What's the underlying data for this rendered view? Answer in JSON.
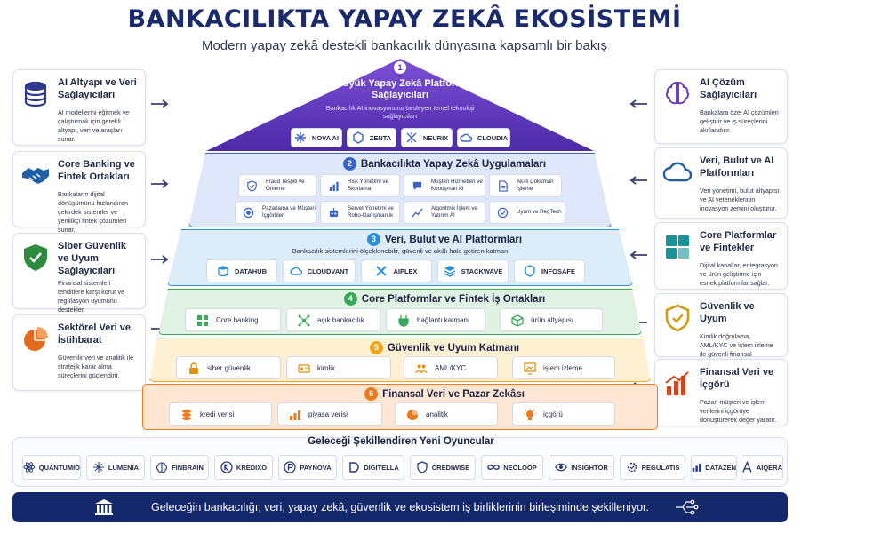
{
  "header": {
    "title": "BANKACILIKTA YAPAY ZEKÂ EKOSİSTEMİ",
    "subtitle": "Modern yapay zekâ destekli bankacılık dünyasına kapsamlı bir bakış"
  },
  "left_cards": [
    {
      "icon": "database-icon",
      "color": "#2f3a8f",
      "title": "AI Altyapı ve Veri Sağlayıcıları",
      "desc": "AI modellerini eğitmek ve çalıştırmak için gerekli altyapı, veri ve araçları sunar."
    },
    {
      "icon": "handshake-icon",
      "color": "#1f5fa8",
      "title": "Core Banking ve Fintek Ortakları",
      "desc": "Bankaların dijital dönüşümünü hızlandıran çekirdek sistemler ve yenilikçi fintek çözümleri sunar."
    },
    {
      "icon": "shield-check-icon",
      "color": "#2e8b3d",
      "title": "Siber Güvenlik ve Uyum Sağlayıcıları",
      "desc": "Finansal sistemleri tehditlere karşı korur ve regülasyon uyumunu destekler."
    },
    {
      "icon": "pie-chart-icon",
      "color": "#e46b1c",
      "title": "Sektörel Veri ve İstihbarat",
      "desc": "Güvenilir veri ve analitik ile stratejik karar alma süreçlerini güçlendirir."
    }
  ],
  "right_cards": [
    {
      "icon": "brain-icon",
      "color": "#6a3fb5",
      "title": "AI Çözüm Sağlayıcıları",
      "desc": "Bankalara özel AI çözümleri geliştirir ve iş süreçlerini akıllandırır."
    },
    {
      "icon": "cloud-icon",
      "color": "#1f5fa8",
      "title": "Veri, Bulut ve AI Platformları",
      "desc": "Veri yönetimi, bulut altyapısı ve AI yeteneklerinin inovasyon zemini oluşturur."
    },
    {
      "icon": "bank-building-icon",
      "color": "#18939c",
      "title": "Core Platformlar ve Fintekler",
      "desc": "Dijital kanallar, entegrasyon ve ürün geliştirme için esnek platformlar sağlar."
    },
    {
      "icon": "shield-icon",
      "color": "#d49a12",
      "title": "Güvenlik ve Uyum",
      "desc": "Kimlik doğrulama, AML/KYC ve işlem izleme ile güvenli finansal ekosistem sağlar."
    },
    {
      "icon": "bar-chart-icon",
      "color": "#d2461f",
      "title": "Finansal Veri ve İçgörü",
      "desc": "Pazar, müşteri ve işlem verilerini içgörüye dönüştürerek değer yaratır."
    }
  ],
  "layers": {
    "l1": {
      "num": "1",
      "title": "Büyük Yapay Zekâ Platform Sağlayıcıları",
      "desc": "Bankacılık AI inovasyonunu besleyen temel teknoloji sağlayıcıları",
      "chips": [
        {
          "label": "NOVA AI",
          "icon": "nova-icon"
        },
        {
          "label": "ZENTA",
          "icon": "zenta-icon"
        },
        {
          "label": "NEURIX",
          "icon": "neurix-icon"
        },
        {
          "label": "CLOUDIA",
          "icon": "cloud-icon"
        }
      ]
    },
    "l2": {
      "num": "2",
      "title": "Bankacılıkta Yapay Zekâ Uygulamaları",
      "items": [
        {
          "label": "Fraud Tespiti ve Önleme",
          "icon": "shield-check-icon"
        },
        {
          "label": "Risk Yönetimi ve Skorlama",
          "icon": "bar-chart-icon"
        },
        {
          "label": "Müşteri Hizmetleri ve Konuşmalı AI",
          "icon": "chat-icon"
        },
        {
          "label": "Akıllı Doküman İşleme",
          "icon": "document-icon"
        },
        {
          "label": "Pazarlama ve Müşteri İçgörüleri",
          "icon": "target-icon"
        },
        {
          "label": "Servet Yönetimi ve Robo-Danışmanlık",
          "icon": "robot-icon"
        },
        {
          "label": "Algoritmik İşlem ve Yatırım AI",
          "icon": "line-chart-icon"
        },
        {
          "label": "Uyum ve RegTech",
          "icon": "check-circle-icon"
        }
      ]
    },
    "l3": {
      "num": "3",
      "title": "Veri, Bulut ve AI Platformları",
      "desc": "Bankacılık sistemlerini ölçeklenebilir, güvenli ve akıllı hale getiren katman",
      "chips": [
        {
          "label": "DATAHUB",
          "icon": "database-icon"
        },
        {
          "label": "CLOUDVANT",
          "icon": "cloud-icon"
        },
        {
          "label": "AIPLEX",
          "icon": "aiplex-icon"
        },
        {
          "label": "STACKWAVE",
          "icon": "stack-icon"
        },
        {
          "label": "INFOSAFE",
          "icon": "shield-icon"
        }
      ]
    },
    "l4": {
      "num": "4",
      "title": "Core Platformlar ve Fintek İş Ortakları",
      "items": [
        {
          "label": "Core banking",
          "icon": "grid-icon"
        },
        {
          "label": "açık bankacılık",
          "icon": "network-icon"
        },
        {
          "label": "bağlantı katmanı",
          "icon": "plug-icon"
        },
        {
          "label": "ürün altyapısı",
          "icon": "cube-icon"
        }
      ]
    },
    "l5": {
      "num": "5",
      "title": "Güvenlik ve Uyum Katmanı",
      "items": [
        {
          "label": "siber güvenlik",
          "icon": "lock-icon"
        },
        {
          "label": "kimlik",
          "icon": "id-card-icon"
        },
        {
          "label": "AML/KYC",
          "icon": "people-icon"
        },
        {
          "label": "işlem izleme",
          "icon": "monitor-chart-icon"
        }
      ]
    },
    "l6": {
      "num": "6",
      "title": "Finansal Veri ve Pazar Zekâsı",
      "items": [
        {
          "label": "kredi verisi",
          "icon": "coins-icon"
        },
        {
          "label": "piyasa verisi",
          "icon": "bar-chart-icon"
        },
        {
          "label": "analitik",
          "icon": "pie-chart-icon"
        },
        {
          "label": "içgörü",
          "icon": "lightbulb-icon"
        }
      ]
    }
  },
  "players": {
    "title": "Geleceği Şekillendiren Yeni Oyuncular",
    "items": [
      {
        "label": "QUANTUMIO",
        "icon": "atom-icon"
      },
      {
        "label": "LUMENIA",
        "icon": "spark-icon"
      },
      {
        "label": "FINBRAIN",
        "icon": "brain-icon"
      },
      {
        "label": "KREDIXO",
        "icon": "k-logo-icon"
      },
      {
        "label": "PAYNOVA",
        "icon": "p-logo-icon"
      },
      {
        "label": "DIGITELLA",
        "icon": "d-logo-icon"
      },
      {
        "label": "CREDIWISE",
        "icon": "shield-icon"
      },
      {
        "label": "NEOLOOP",
        "icon": "infinity-icon"
      },
      {
        "label": "INSIGHTOR",
        "icon": "eye-icon"
      },
      {
        "label": "REGULATIS",
        "icon": "gear-check-icon"
      },
      {
        "label": "DATAZEN",
        "icon": "bar-chart-icon"
      },
      {
        "label": "AIQERA",
        "icon": "a-logo-icon"
      }
    ]
  },
  "banner": {
    "text": "Geleceğin bankacılığı; veri, yapay zekâ, güvenlik ve ekosistem iş birliklerinin birleşiminde şekilleniyor.",
    "icon": "bank-building-icon"
  },
  "colors": {
    "l1": "#5b34b8",
    "l2": "#3b63c9",
    "l3": "#2a8fd6",
    "l4": "#3aa85a",
    "l5": "#f0a51e",
    "l6": "#ee7a1c",
    "navy": "#13286b"
  }
}
